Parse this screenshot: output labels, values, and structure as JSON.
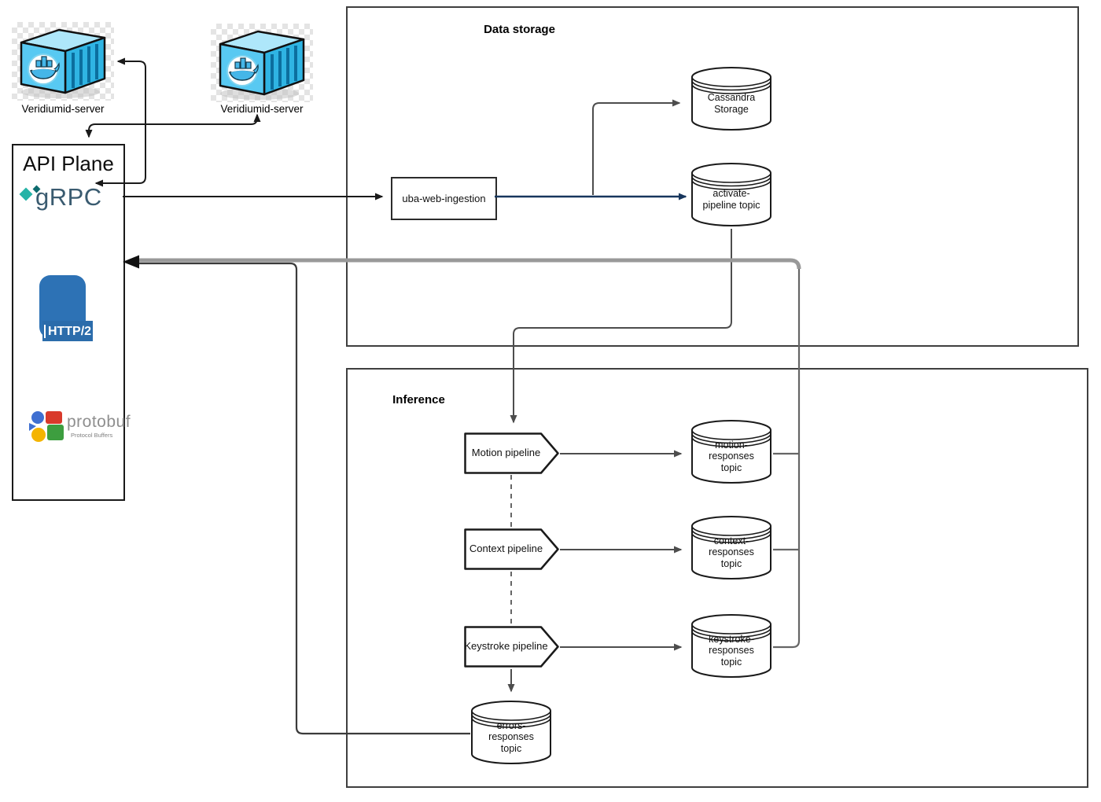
{
  "servers": {
    "server1_label": "Veridiumid-server",
    "server2_label": "Veridiumid-server"
  },
  "api_plane": {
    "title": "API Plane",
    "grpc_logo": "gRPC",
    "http2_logo": "HTTP/2",
    "protobuf_logo": "protobuf",
    "protobuf_subtitle": "Protocol Buffers"
  },
  "data_storage": {
    "title": "Data storage",
    "uba_web_ingestion": "uba-web-ingestion",
    "cassandra_storage": "Cassandra\nStorage",
    "activate_pipeline_topic": "activate-\npipeline topic"
  },
  "inference": {
    "title": "Inference",
    "motion_pipeline": "Motion pipeline",
    "context_pipeline": "Context pipeline",
    "keystroke_pipeline": "Keystroke pipeline",
    "motion_responses_topic": "motion-\nresponses\ntopic",
    "context_responses_topic": "context-\nresponses\ntopic",
    "keystroke_responses_topic": "keystroke-\nresponses\ntopic",
    "errors_responses_topic": "errors-\nresponses\ntopic"
  },
  "colors": {
    "edge_black": "#1a1a1a",
    "edge_gray": "#4d4d4d",
    "edge_navy": "#17365d",
    "thick_band_gray": "#999999",
    "docker_blue_front": "#58c9f2",
    "docker_blue_side": "#2fb4e3",
    "docker_blue_top": "#aee7fa",
    "http2_blue": "#2d72b5",
    "grpc_teal": "#26b3a7",
    "grpc_text": "#3a5b70"
  }
}
